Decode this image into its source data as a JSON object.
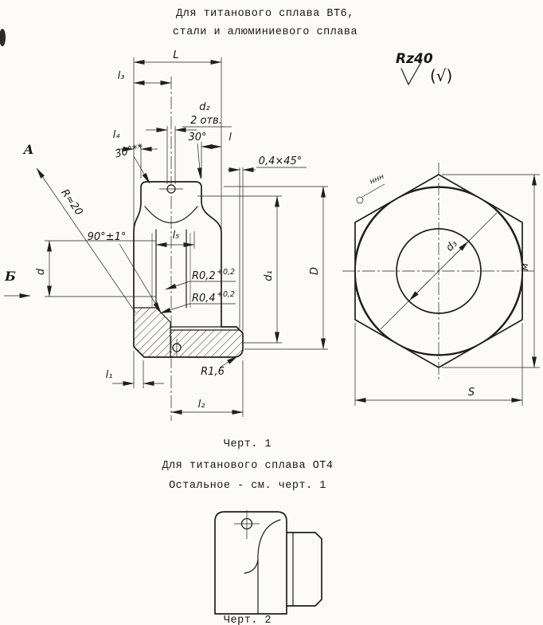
{
  "title": {
    "line1": "Для титанового сплава ВТ6,",
    "line2": "стали и алюминиевого сплава"
  },
  "roughness": {
    "rz": "Rz40",
    "alt": "(√)"
  },
  "section": {
    "L": "L",
    "l3": "l₃",
    "d2": "d₂",
    "holes_note": "2 отв.",
    "l4": "l₄",
    "ang30_left": "30°**",
    "ang30_right": "30°",
    "l": "l",
    "chamfer": "0,4×45°",
    "view_a": "А",
    "r20": "R≈20",
    "ang90": "90°±1°",
    "l5": "l₅",
    "d": "d",
    "view_b": "Б",
    "r02": "R0,2",
    "r02_sup": "+0,2",
    "r04": "R0,4",
    "r04_sup": "+0,2",
    "d1": "d₁",
    "D": "D",
    "l1": "l₁",
    "r16": "R1,6",
    "l2": "l₂"
  },
  "hex": {
    "s": "S",
    "d3": "d₃",
    "mark": "ннн",
    "m": "м"
  },
  "captions": {
    "fig1": "Черт. 1",
    "note_ot4": "Для титанового сплава ОТ4",
    "note_rest": "Остальное - см. черт. 1",
    "fig2": "Черт. 2"
  },
  "colors": {
    "ink": "#1f1f1f",
    "paper": "#fcfbf7"
  }
}
